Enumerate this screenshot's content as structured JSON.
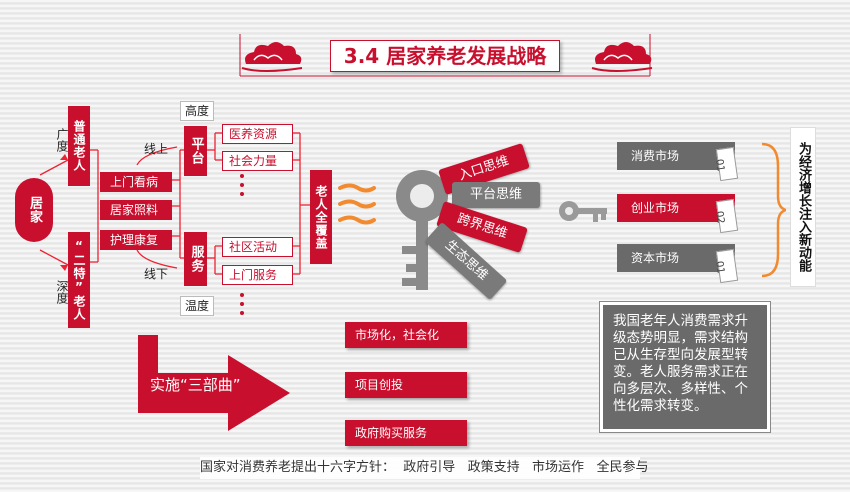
{
  "title": "3.4 居家养老发展战略",
  "center_node": "居家",
  "dimension_width": "广度",
  "dimension_depth": "深度",
  "group_general": "普通老人",
  "group_special": "“二特”老人",
  "services_left": [
    "上门看病",
    "居家照料",
    "护理康复"
  ],
  "online": "线上",
  "offline": "线下",
  "height_label": "高度",
  "temperature_label": "温度",
  "platform": "平台",
  "service": "服务",
  "platform_items": [
    "医养资源",
    "社会力量"
  ],
  "service_items": [
    "社区活动",
    "上门服务"
  ],
  "coverage": "老人全覆盖",
  "thinking": [
    "入口思维",
    "平台思维",
    "跨界思维",
    "生态思维"
  ],
  "markets": [
    {
      "label": "消费市场",
      "num": "01",
      "color": "#6a6a6a"
    },
    {
      "label": "创业市场",
      "num": "02",
      "color": "#c8102e"
    },
    {
      "label": "资本市场",
      "num": "01",
      "color": "#6a6a6a"
    }
  ],
  "growth": "为经济增长注入新动能",
  "strategy": "实施“三部曲”",
  "three_steps": [
    "市场化，社会化",
    "项目创投",
    "政府购买服务"
  ],
  "info_text": "我国老年人消费需求升级态势明显，需求结构已从生存型向发展型转变。老人服务需求正在向多层次、多样性、个性化需求转变。",
  "footer": "国家对消费养老提出十六字方针：  政府引导   政策支持   市场运作   全民参与",
  "colors": {
    "accent": "#c8102e",
    "gray": "#6a6a6a"
  }
}
